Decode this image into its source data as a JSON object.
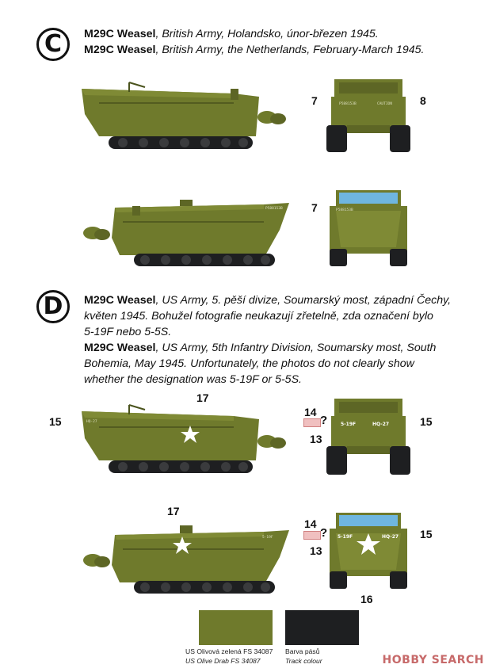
{
  "sections": [
    {
      "badge": "C",
      "lines": [
        {
          "bold": "M29C Weasel",
          "rest": ", British Army, Holandsko, únor-březen 1945."
        },
        {
          "bold": "M29C Weasel",
          "rest": ", British Army, the Netherlands, February-March 1945."
        }
      ]
    },
    {
      "badge": "D",
      "lines": [
        {
          "bold": "M29C Weasel",
          "rest": ", US Army, 5. pěší divize, Soumarský most, západní Čechy,"
        },
        {
          "bold": "",
          "rest": "květen 1945. Bohužel fotografie neukazují zřetelně, zda označení bylo"
        },
        {
          "bold": "",
          "rest": "5-19F nebo 5-5S."
        },
        {
          "bold": "M29C Weasel",
          "rest": ", US Army, 5th Infantry Division, Soumarsky most, South"
        },
        {
          "bold": "",
          "rest": "Bohemia, May 1945. Unfortunately, the photos do not clearly show"
        },
        {
          "bold": "",
          "rest": "whether the designation was 5-19F or 5-5S."
        }
      ]
    }
  ],
  "callouts": {
    "c7a": "7",
    "c8": "8",
    "c7b": "7",
    "d17a": "17",
    "d15a": "15",
    "d14a": "14",
    "d13a": "13",
    "d15b": "15",
    "d17b": "17",
    "d14b": "14",
    "d13b": "13",
    "d15c": "15",
    "d16": "16",
    "q1": "?",
    "q2": "?"
  },
  "markings": {
    "serial": "P588153B",
    "caution": "CAUTION",
    "hq": "HQ-27",
    "unit": "5-19F",
    "unit_alt": "5-5S"
  },
  "colors": {
    "olive_drab": "#6f7a2c",
    "track": "#1e1f21",
    "windshield": "#6fb6df"
  },
  "swatches": [
    {
      "color": "#6f7a2c",
      "label_cz": "US Olivová zelená FS 34087",
      "label_en": "US Olive Drab FS 34087"
    },
    {
      "color": "#1e1f21",
      "label_cz": "Barva pásů",
      "label_en": "Track colour"
    }
  ],
  "watermark": "HOBBY SEARCH"
}
